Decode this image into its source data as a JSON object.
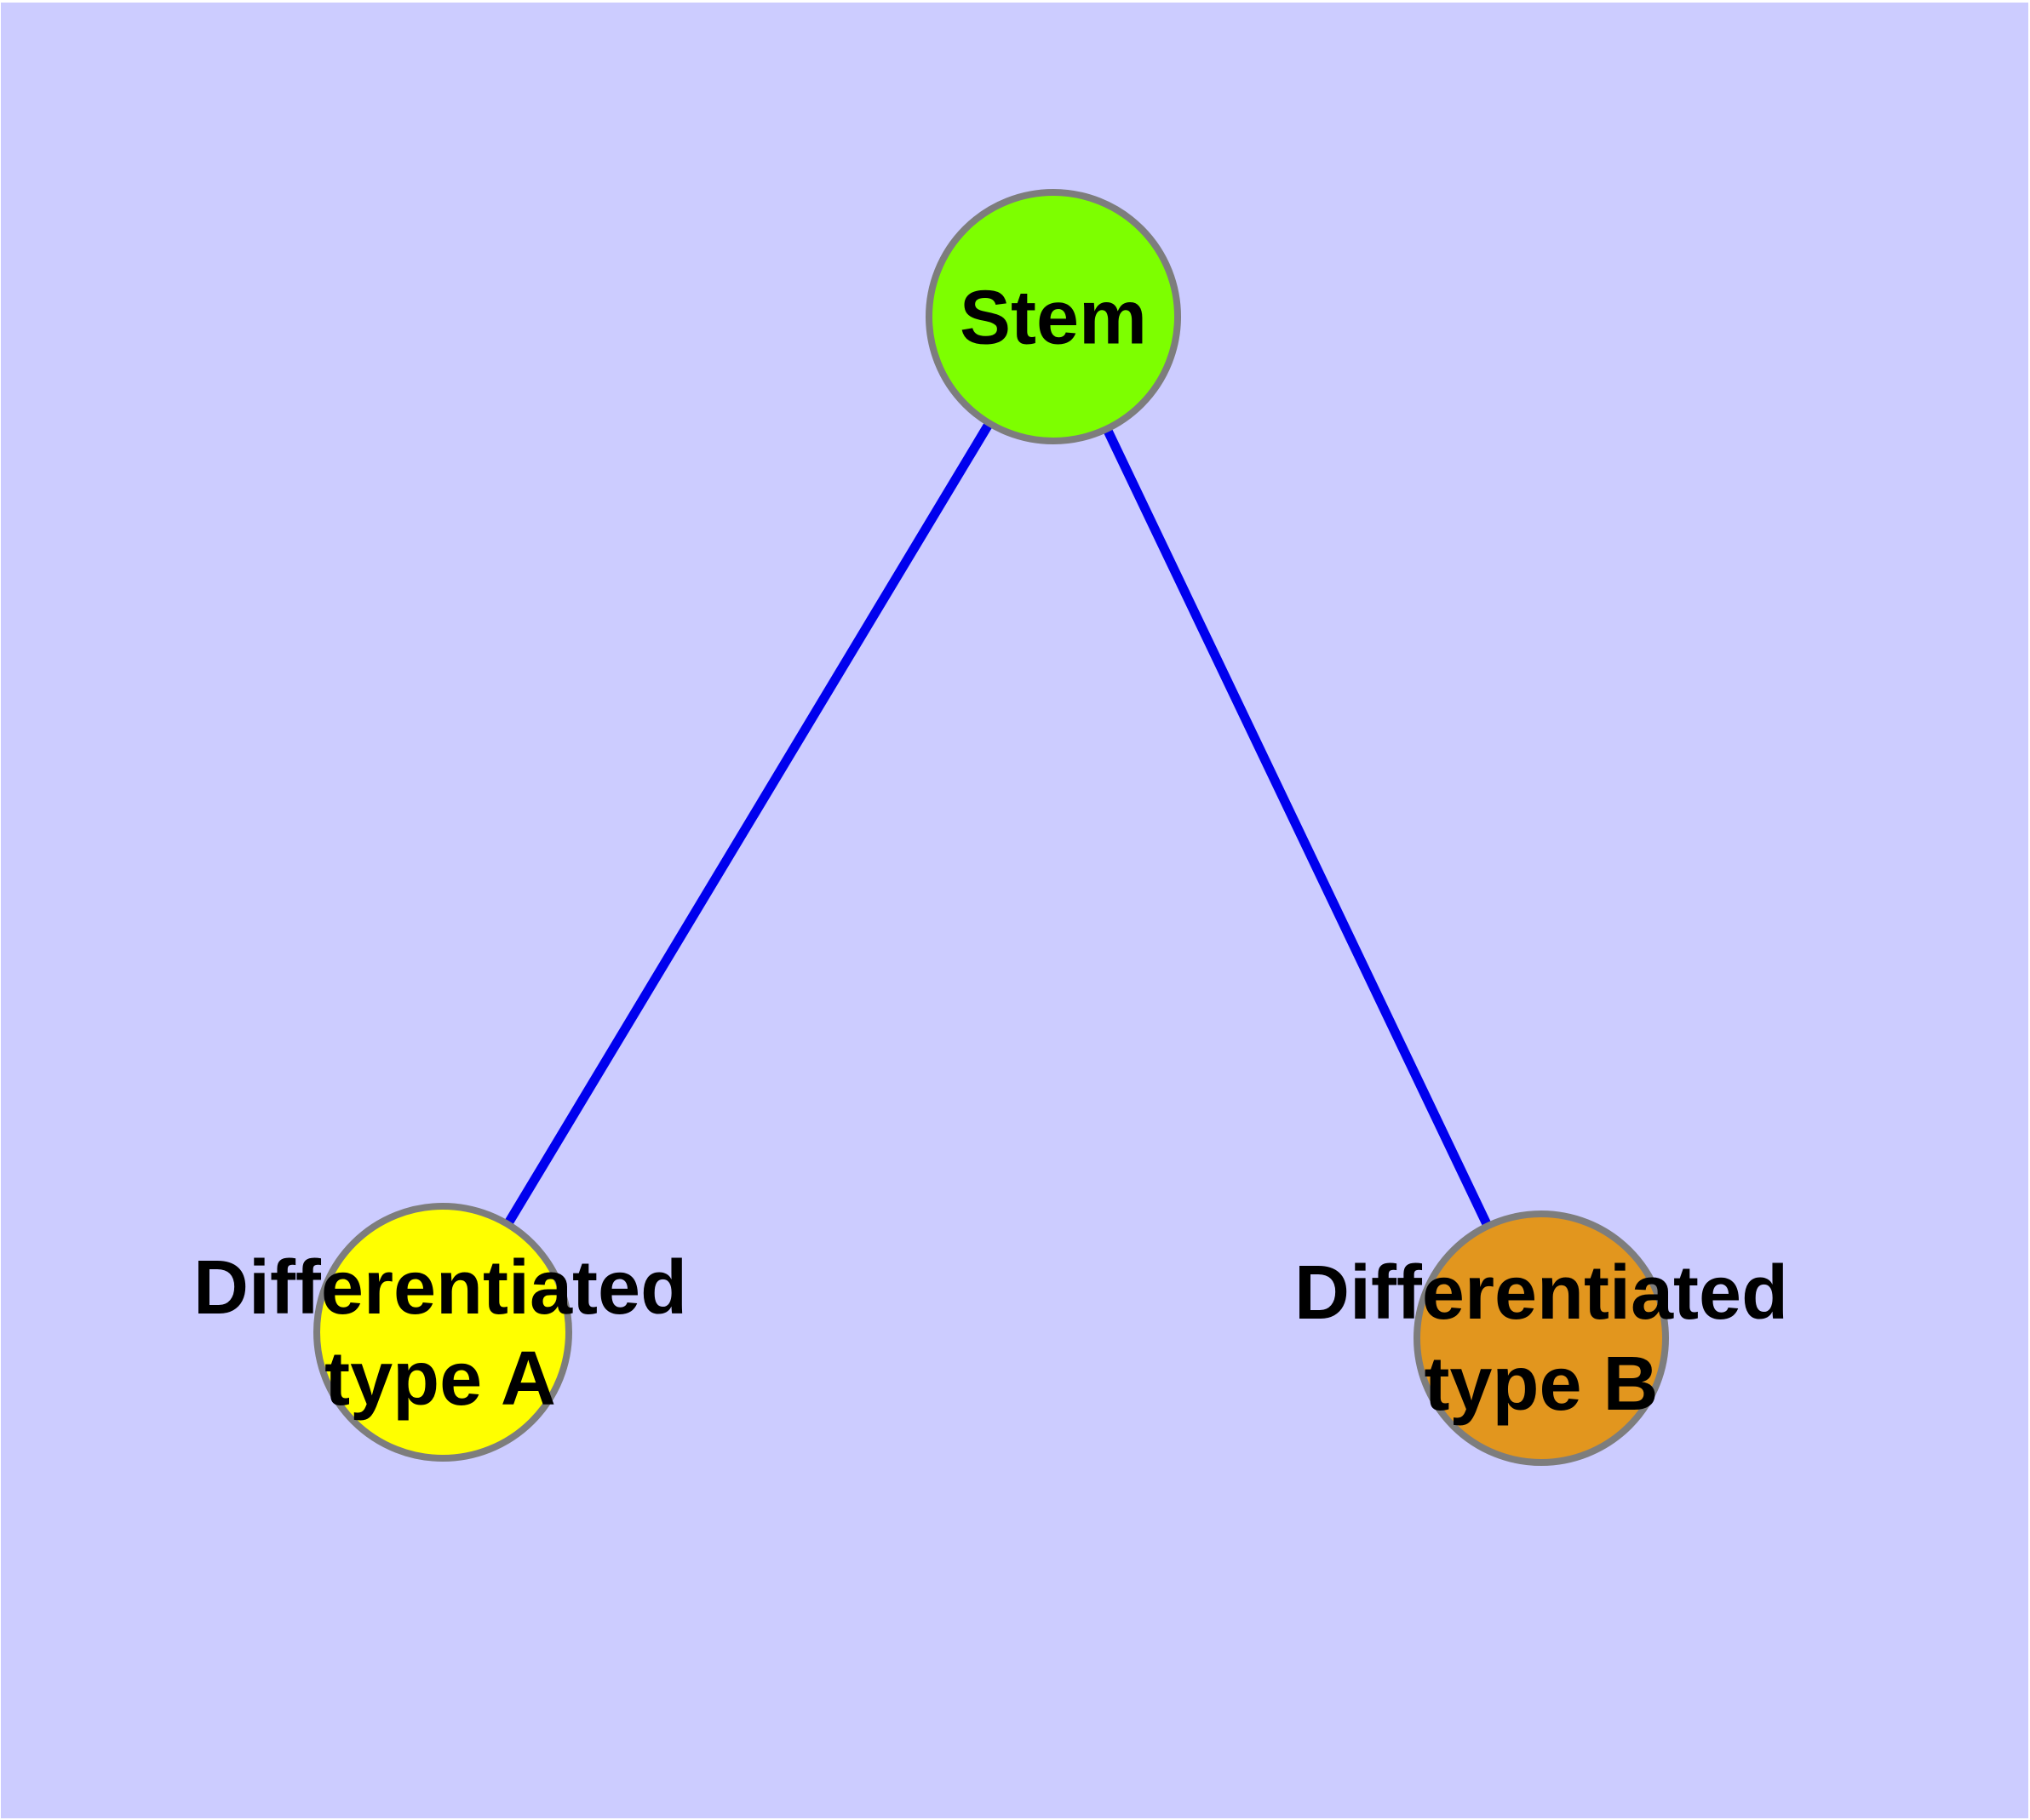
{
  "diagram": {
    "background_color": "#CCCCFF",
    "frame_color": "#FFFFFF",
    "edge_color": "#0000EE",
    "node_border_color": "#7D7D7D",
    "label_color": "#000000",
    "node_shape": "circle",
    "nodes": [
      {
        "id": "stem",
        "color": "#7DFF00",
        "label": "Stem",
        "label_line1": "Stem"
      },
      {
        "id": "differentiated-type-a",
        "color": "#FFFF00",
        "label": "Differentiated type A",
        "label_line1": "Differentiated",
        "label_line2": "type A"
      },
      {
        "id": "differentiated-type-b",
        "color": "#E2961E",
        "label": "Differentiated type B",
        "label_line1": "Differentiated",
        "label_line2": "type B"
      }
    ],
    "edges": [
      {
        "from": "Stem",
        "to": "Differentiated type A"
      },
      {
        "from": "Stem",
        "to": "Differentiated type B"
      }
    ]
  }
}
